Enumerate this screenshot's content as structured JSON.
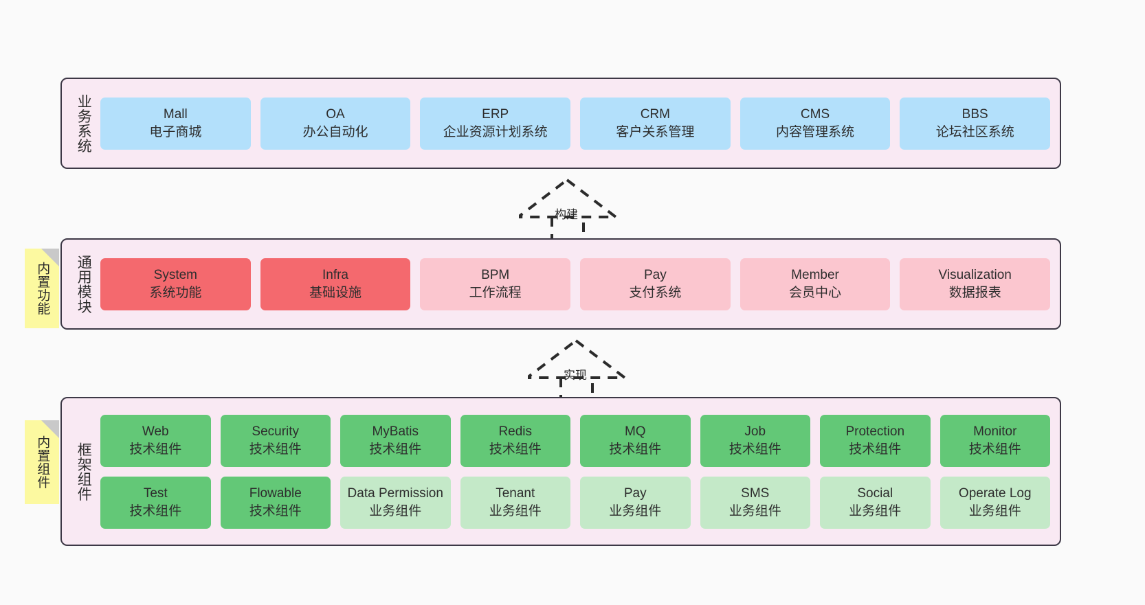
{
  "diagram": {
    "background_color": "#fafafa",
    "container_color": "#f9e9f3",
    "border_color": "#3d3846",
    "note_color": "#fcf9a0"
  },
  "layers": [
    {
      "title": "业务系统",
      "rows": [
        [
          {
            "name": "Mall",
            "sub": "电子商城",
            "color": "#b3e0fb",
            "style": "c-blue"
          },
          {
            "name": "OA",
            "sub": "办公自动化",
            "color": "#b3e0fb",
            "style": "c-blue"
          },
          {
            "name": "ERP",
            "sub": "企业资源计划系统",
            "color": "#b3e0fb",
            "style": "c-blue"
          },
          {
            "name": "CRM",
            "sub": "客户关系管理",
            "color": "#b3e0fb",
            "style": "c-blue"
          },
          {
            "name": "CMS",
            "sub": "内容管理系统",
            "color": "#b3e0fb",
            "style": "c-blue"
          },
          {
            "name": "BBS",
            "sub": "论坛社区系统",
            "color": "#b3e0fb",
            "style": "c-blue"
          }
        ]
      ]
    },
    {
      "title": "通用模块",
      "note": "内置功能",
      "rows": [
        [
          {
            "name": "System",
            "sub": "系统功能",
            "color": "#f4696e",
            "style": "c-red"
          },
          {
            "name": "Infra",
            "sub": "基础设施",
            "color": "#f4696e",
            "style": "c-red"
          },
          {
            "name": "BPM",
            "sub": "工作流程",
            "color": "#fbc6cf",
            "style": "c-pink"
          },
          {
            "name": "Pay",
            "sub": "支付系统",
            "color": "#fbc6cf",
            "style": "c-pink"
          },
          {
            "name": "Member",
            "sub": "会员中心",
            "color": "#fbc6cf",
            "style": "c-pink"
          },
          {
            "name": "Visualization",
            "sub": "数据报表",
            "color": "#fbc6cf",
            "style": "c-pink"
          }
        ]
      ]
    },
    {
      "title": "框架组件",
      "note": "内置组件",
      "rows": [
        [
          {
            "name": "Web",
            "sub": "技术组件",
            "color": "#63c877",
            "style": "c-green"
          },
          {
            "name": "Security",
            "sub": "技术组件",
            "color": "#63c877",
            "style": "c-green"
          },
          {
            "name": "MyBatis",
            "sub": "技术组件",
            "color": "#63c877",
            "style": "c-green"
          },
          {
            "name": "Redis",
            "sub": "技术组件",
            "color": "#63c877",
            "style": "c-green"
          },
          {
            "name": "MQ",
            "sub": "技术组件",
            "color": "#63c877",
            "style": "c-green"
          },
          {
            "name": "Job",
            "sub": "技术组件",
            "color": "#63c877",
            "style": "c-green"
          },
          {
            "name": "Protection",
            "sub": "技术组件",
            "color": "#63c877",
            "style": "c-green"
          },
          {
            "name": "Monitor",
            "sub": "技术组件",
            "color": "#63c877",
            "style": "c-green"
          }
        ],
        [
          {
            "name": "Test",
            "sub": "技术组件",
            "color": "#63c877",
            "style": "c-green"
          },
          {
            "name": "Flowable",
            "sub": "技术组件",
            "color": "#63c877",
            "style": "c-green"
          },
          {
            "name": "Data Permission",
            "sub": "业务组件",
            "color": "#c4e9c8",
            "style": "c-lightgreen"
          },
          {
            "name": "Tenant",
            "sub": "业务组件",
            "color": "#c4e9c8",
            "style": "c-lightgreen"
          },
          {
            "name": "Pay",
            "sub": "业务组件",
            "color": "#c4e9c8",
            "style": "c-lightgreen"
          },
          {
            "name": "SMS",
            "sub": "业务组件",
            "color": "#c4e9c8",
            "style": "c-lightgreen"
          },
          {
            "name": "Social",
            "sub": "业务组件",
            "color": "#c4e9c8",
            "style": "c-lightgreen"
          },
          {
            "name": "Operate Log",
            "sub": "业务组件",
            "color": "#c4e9c8",
            "style": "c-lightgreen"
          }
        ]
      ]
    }
  ],
  "arrows": [
    {
      "label": "构建"
    },
    {
      "label": "实现"
    }
  ]
}
